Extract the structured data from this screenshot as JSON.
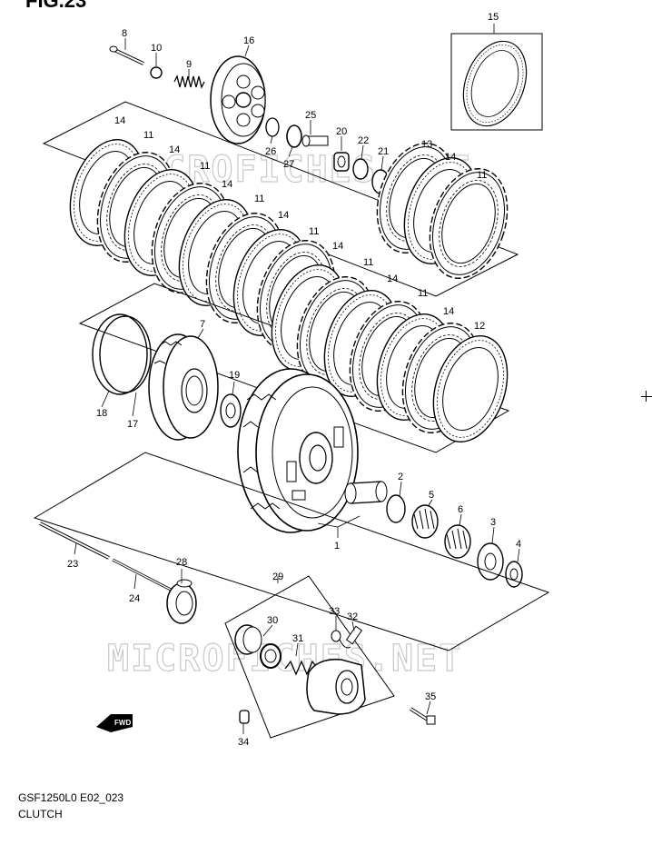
{
  "figure": {
    "title": "FIG.23"
  },
  "footer": {
    "model_code": "GSF1250L0 E02_023",
    "section_name": "CLUTCH"
  },
  "watermark": {
    "text": "MICROFICHES.NET"
  },
  "direction_badge": {
    "text": "FWD"
  },
  "part_labels": [
    "1",
    "2",
    "3",
    "4",
    "5",
    "6",
    "7",
    "8",
    "9",
    "10",
    "11",
    "12",
    "13",
    "14",
    "15",
    "16",
    "17",
    "18",
    "19",
    "20",
    "21",
    "22",
    "23",
    "24",
    "25",
    "26",
    "27",
    "28",
    "29",
    "30",
    "31",
    "32",
    "33",
    "34",
    "35"
  ],
  "colors": {
    "line": "#000000",
    "watermark": "#c8c8c8",
    "background": "#ffffff"
  }
}
